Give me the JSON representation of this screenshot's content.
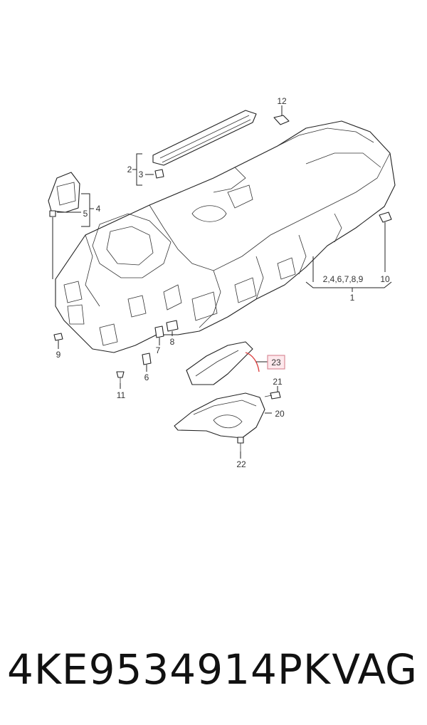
{
  "diagram": {
    "callouts": {
      "c12": "12",
      "c2": "2",
      "c3": "3",
      "c4": "4",
      "c5": "5",
      "c9": "9",
      "c7": "7",
      "c8": "8",
      "c6": "6",
      "c11": "11",
      "c10": "10",
      "c1_group": "2,4,6,7,8,9",
      "c1": "1",
      "c23": "23",
      "c21": "21",
      "c20": "20",
      "c22": "22"
    },
    "highlight_color": "#d98b98"
  },
  "footer": {
    "part_number": "4KE9534914PK",
    "brand": "VAG"
  }
}
